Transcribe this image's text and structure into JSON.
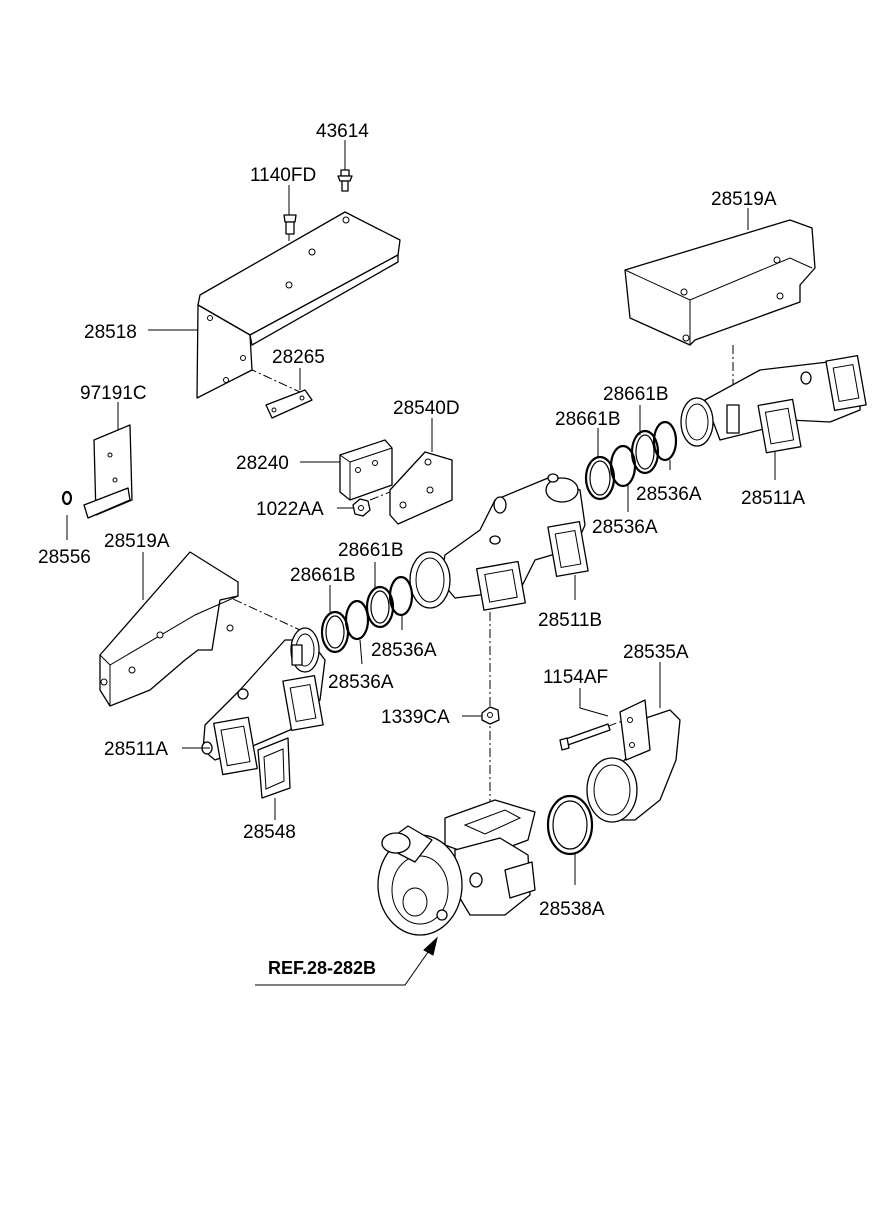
{
  "labels": {
    "p43614": "43614",
    "p1140FD": "1140FD",
    "p28519A_top": "28519A",
    "p28518": "28518",
    "p28265": "28265",
    "p97191C": "97191C",
    "p28540D": "28540D",
    "p28661B_1": "28661B",
    "p28661B_2": "28661B",
    "p28240": "28240",
    "p28536A_1": "28536A",
    "p28511A_right": "28511A",
    "p1022AA": "1022AA",
    "p28536A_2": "28536A",
    "p28556": "28556",
    "p28519A_left": "28519A",
    "p28661B_3": "28661B",
    "p28661B_4": "28661B",
    "p28511B": "28511B",
    "p28535A": "28535A",
    "p28536A_3": "28536A",
    "p28536A_4": "28536A",
    "p1154AF": "1154AF",
    "p1339CA": "1339CA",
    "p28511A_left": "28511A",
    "p28548": "28548",
    "p28538A": "28538A",
    "ref": "REF.28-282B"
  }
}
